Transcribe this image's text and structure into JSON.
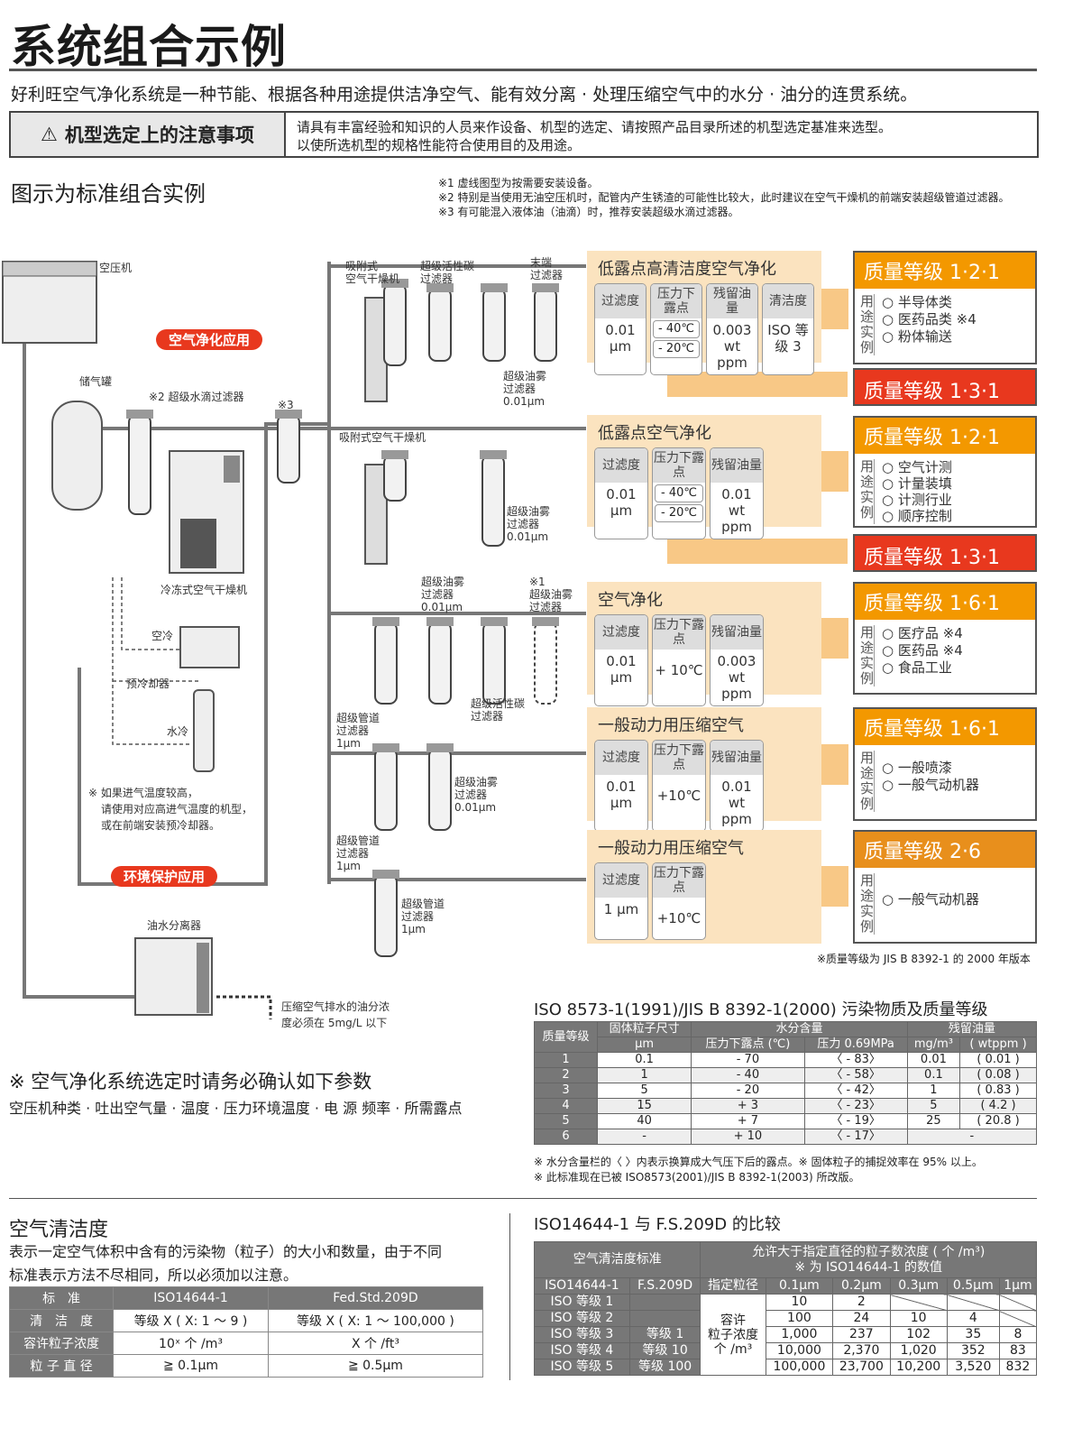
{
  "header": {
    "title": "系统组合示例",
    "intro": "好利旺空气净化系统是一种节能、根据各种用途提供洁净空气、能有效分离 · 处理压缩空气中的水分 · 油分的连贯系统。"
  },
  "notice": {
    "label": "机型选定上的注意事项",
    "line1": "请具有丰富经验和知识的人员来作设备、机型的选定、请按照产品目录所述的机型选定基准来选型。",
    "line2": "以使所选机型的规格性能符合使用目的及用途。"
  },
  "section": {
    "subtitle": "图示为标准组合实例",
    "notes": [
      "※1 虚线图型为按需要安装设备。",
      "※2 特别是当使用无油空压机时，配管内产生锈渣的可能性比较大，此时建议在空气干燥机的前端安装超级管道过滤器。",
      "※3 有可能混入液体油（油滴）时，推荐安装超级水滴过滤器。"
    ]
  },
  "diagram": {
    "labels": [
      "空压机",
      "储气罐",
      "※2 超级水滴过滤器",
      "※3",
      "冷冻式空气干燥机",
      "空冷",
      "预冷却器",
      "水冷",
      "※ 如果进气温度较高，",
      "请使用对应高进气温度的机型，",
      "或在前端安装预冷却器。",
      "油水分离器",
      "压缩空气排水的油分浓",
      "度必须在 5mg/L 以下",
      "吸附式\n空气干燥机",
      "超级活性碳\n过滤器",
      "末端\n过滤器",
      "超级油雾\n过滤器\n0.01μm",
      "吸附式空气干燥机",
      "超级油雾\n过滤器\n0.01μm",
      "超级油雾\n过滤器\n0.01μm",
      "※1\n超级油雾\n过滤器",
      "超级活性碳\n过滤器",
      "超级管道\n过滤器\n1μm",
      "超级油雾\n过滤器\n0.01μm",
      "超级管道\n过滤器\n1μm",
      "超级管道\n过滤器\n1μm"
    ],
    "pill_purify": "空气净化应用",
    "pill_env": "环境保护应用"
  },
  "panels": [
    {
      "title": "低露点高清洁度空气净化",
      "h": [
        "过滤度",
        "压力下露点",
        "残留油量",
        "清洁度"
      ],
      "filter": "0.01 μm",
      "dew": [
        "- 40℃",
        "- 20℃"
      ],
      "oil": "0.003 wt ppm",
      "clean": "ISO 等级 3"
    },
    {
      "title": "低露点空气净化",
      "h": [
        "过滤度",
        "压力下露点",
        "残留油量"
      ],
      "filter": "0.01 μm",
      "dew": [
        "- 40℃",
        "- 20℃"
      ],
      "oil": "0.01 wt ppm"
    },
    {
      "title": "空气净化",
      "h": [
        "过滤度",
        "压力下露点",
        "残留油量"
      ],
      "filter": "0.01 μm",
      "dew_single": "+ 10℃",
      "oil": "0.003 wt ppm"
    },
    {
      "title": "一般动力用压缩空气",
      "h": [
        "过滤度",
        "压力下露点",
        "残留油量"
      ],
      "filter": "0.01 μm",
      "dew_single": "+10℃",
      "oil": "0.01 wt ppm"
    },
    {
      "title": "一般动力用压缩空气",
      "h": [
        "过滤度",
        "压力下露点"
      ],
      "filter": "1 μm",
      "dew_single": "+10℃"
    }
  ],
  "grades": [
    {
      "title": "质量等级 1·2·1",
      "side": "用途实例",
      "uses": [
        "○ 半导体类",
        "○ 医药品类 ※4",
        "○ 粉体输送"
      ]
    },
    {
      "title": "质量等级 1·2·1",
      "side": "用途实例",
      "uses": [
        "○ 空气计测",
        "○ 计量装填",
        "○ 计测行业",
        "○ 顺序控制"
      ]
    },
    {
      "title": "质量等级 1·6·1",
      "side": "用途实例",
      "uses": [
        "○ 医疗品 ※4",
        "○ 医药品 ※4",
        "○ 食品工业"
      ]
    },
    {
      "title": "质量等级 1·6·1",
      "side": "用途实例",
      "uses": [
        "○ 一般喷漆",
        "○ 一般气动机器"
      ]
    },
    {
      "title": "质量等级 2·6",
      "side": "用途实例",
      "uses": [
        "○ 一般气动机器"
      ]
    }
  ],
  "red_grades": [
    "质量等级 1·3·1",
    "质量等级 1·3·1"
  ],
  "grade_note": "※质量等级为 JIS B 8392-1 的 2000 年版本",
  "iso8573": {
    "title": "ISO 8573-1(1991)/JIS B 8392-1(2000) 污染物质及质量等级",
    "h": [
      "质量等级",
      "固体粒子尺寸",
      "水分含量",
      "残留油量",
      "μm",
      "压力下露点 (℃)",
      "压力 0.69MPa",
      "mg/m³",
      "( wtppm )"
    ],
    "rows": [
      [
        "1",
        "0.1",
        "- 70",
        "〈 - 83〉",
        "0.01",
        "( 0.01 )"
      ],
      [
        "2",
        "1",
        "- 40",
        "〈 - 58〉",
        "0.1",
        "( 0.08 )"
      ],
      [
        "3",
        "5",
        "- 20",
        "〈 - 42〉",
        "1",
        "( 0.83 )"
      ],
      [
        "4",
        "15",
        "+ 3",
        "〈 - 23〉",
        "5",
        "( 4.2 )"
      ],
      [
        "5",
        "40",
        "+ 7",
        "〈 - 19〉",
        "25",
        "( 20.8 )"
      ],
      [
        "6",
        "-",
        "+ 10",
        "〈 - 17〉",
        "-",
        ""
      ]
    ],
    "notes": [
      "※ 水分含量栏的〈 〉内表示换算成大气压下后的露点。※ 固体粒子的捕捉效率在 95% 以上。",
      "※ 此标准现在已被 ISO8573(2001)/JIS B 8392-1(2003) 所改版。"
    ]
  },
  "params": {
    "title": "※ 空气净化系统选定时请务必确认如下参数",
    "text": "空压机种类 · 吐出空气量 · 温度 · 压力环境温度 · 电 源 频率 · 所需露点"
  },
  "cleanliness": {
    "title": "空气清洁度",
    "text1": "表示一定空气体积中含有的污染物（粒子）的大小和数量，由于不同",
    "text2": "标准表示方法不尽相同，所以必须加以注意。",
    "rows": [
      [
        "标　准",
        "ISO14644-1",
        "Fed.Std.209D"
      ],
      [
        "清　洁　度",
        "等级 X ( X: 1 ～ 9 )",
        "等级 X ( X: 1 ～ 100,000 )"
      ],
      [
        "容许粒子浓度",
        "10ˣ 个 /m³",
        "X 个 /ft³"
      ],
      [
        "粒 子 直 径",
        "≧ 0.1μm",
        "≧ 0.5μm"
      ]
    ]
  },
  "iso14644": {
    "title": "ISO14644-1 与 F.S.209D 的比较",
    "std": "空气清洁度标准",
    "allow1": "允许大于指定直径的粒子数浓度 ( 个 /m³)",
    "allow2": "※ 为 ISO14644-1 的数值",
    "h": [
      "ISO14644-1",
      "F.S.209D",
      "指定粒径",
      "0.1μm",
      "0.2μm",
      "0.3μm",
      "0.5μm",
      "1μm"
    ],
    "merged": "容许\n粒子浓度\n个 /m³",
    "rows": [
      [
        "ISO 等级 1",
        "",
        "10",
        "2",
        "",
        "",
        ""
      ],
      [
        "ISO 等级 2",
        "",
        "100",
        "24",
        "10",
        "4",
        ""
      ],
      [
        "ISO 等级 3",
        "等级 1",
        "1,000",
        "237",
        "102",
        "35",
        "8"
      ],
      [
        "ISO 等级 4",
        "等级 10",
        "10,000",
        "2,370",
        "1,020",
        "352",
        "83"
      ],
      [
        "ISO 等级 5",
        "等级 100",
        "100,000",
        "23,700",
        "10,200",
        "3,520",
        "832"
      ]
    ]
  },
  "colors": {
    "orange": "#f39800",
    "red": "#e8381e",
    "panel": "#fbe3bf"
  }
}
